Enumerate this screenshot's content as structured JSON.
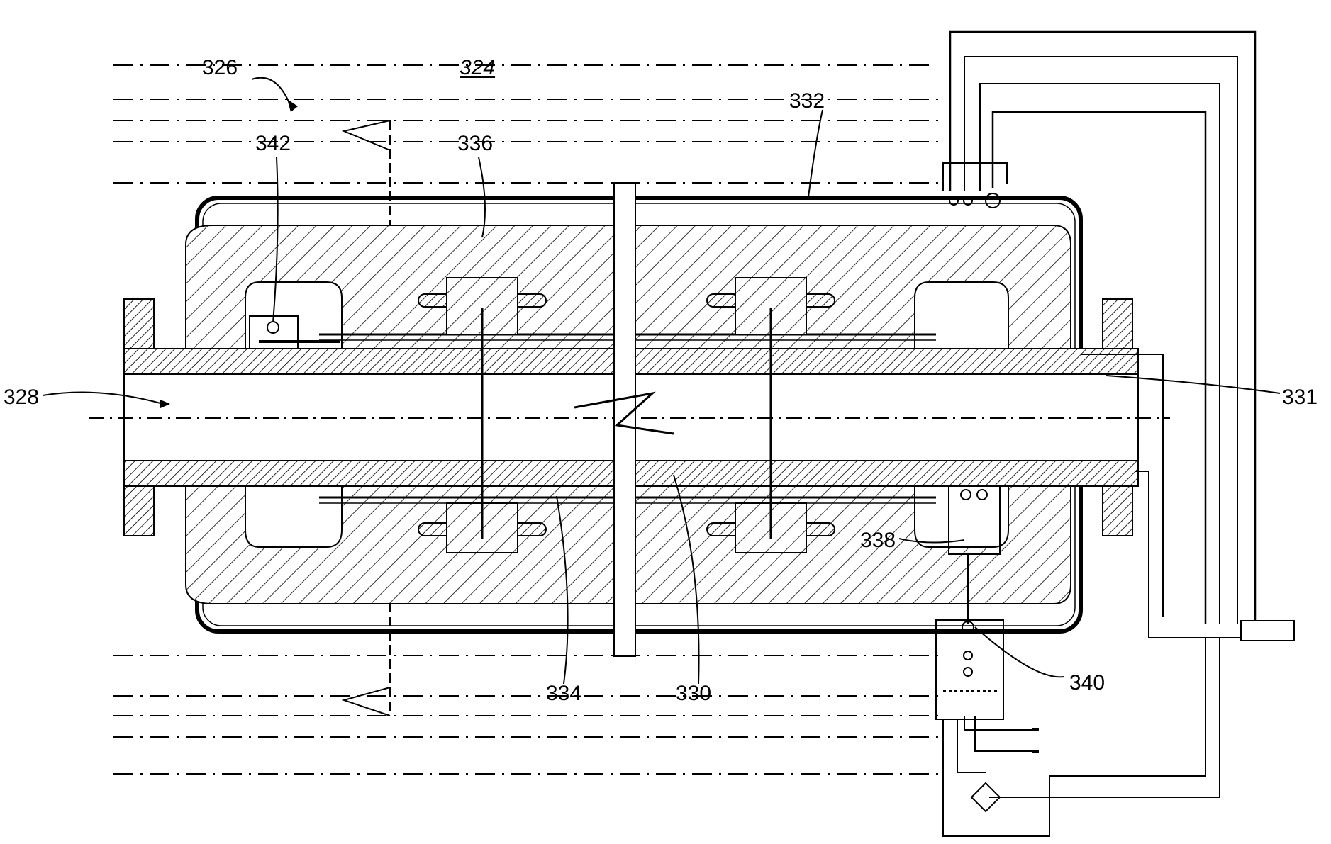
{
  "figure": {
    "labels": {
      "l326": "326",
      "l324": "324",
      "l332": "332",
      "l342": "342",
      "l336": "336",
      "l328": "328",
      "l331": "331",
      "l338": "338",
      "l340": "340",
      "l334": "334",
      "l330": "330"
    },
    "colors": {
      "ink": "#000000",
      "background": "#ffffff",
      "hatch": "#333333"
    }
  }
}
